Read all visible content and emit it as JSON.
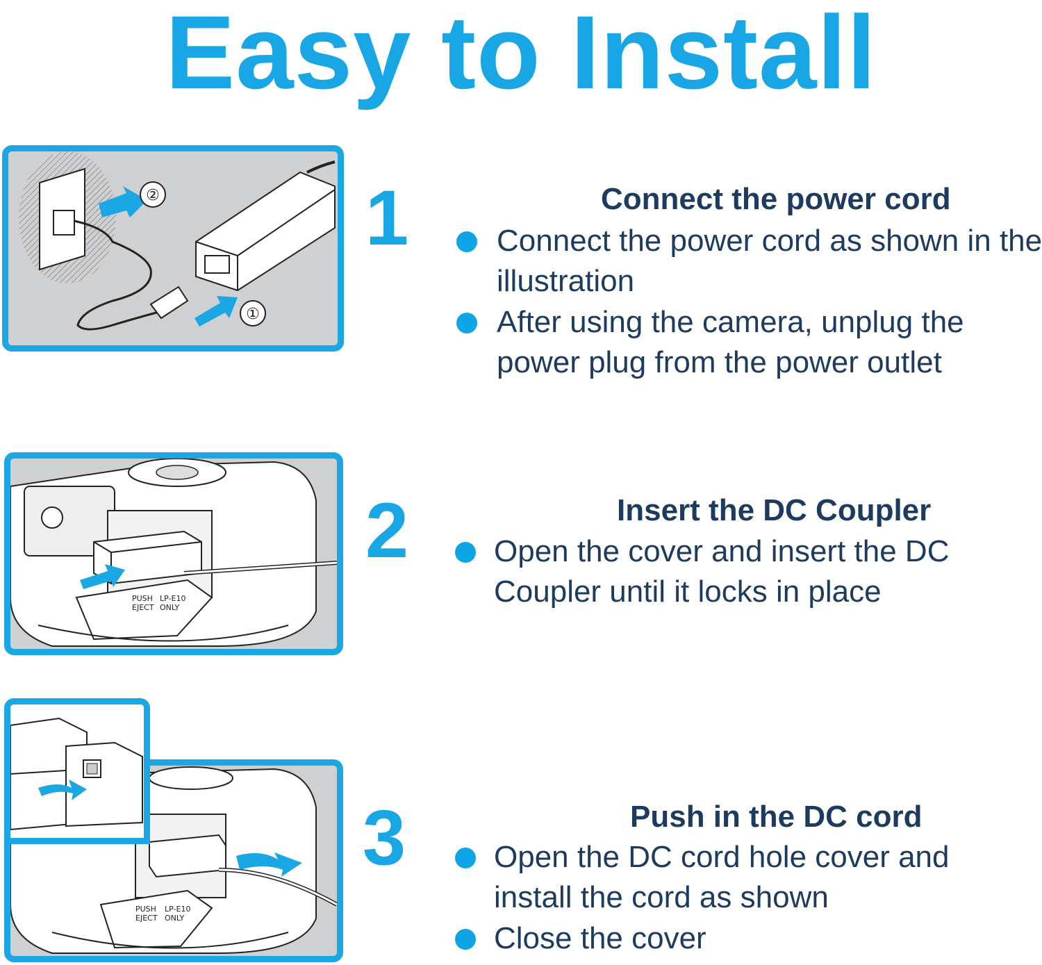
{
  "title": "Easy to Install",
  "colors": {
    "accent": "#1aa7e3",
    "text": "#1c3b5e",
    "panel_bg": "#cfd0d2",
    "bullet": "#0ea5e6"
  },
  "steps": [
    {
      "number": "1",
      "heading": "Connect the power cord",
      "bullets": [
        "Connect the power cord as shown in the illustration",
        "After using the camera, unplug the power plug from the power outlet"
      ],
      "callouts": [
        "②",
        "①"
      ]
    },
    {
      "number": "2",
      "heading": "Insert the DC Coupler",
      "bullets": [
        "Open the cover and insert the DC Coupler until it locks in place"
      ],
      "labels": [
        "PUSH",
        "EJECT",
        "LP-E10",
        "ONLY"
      ]
    },
    {
      "number": "3",
      "heading": "Push in the DC cord",
      "bullets": [
        "Open the DC cord hole cover and install the cord as shown",
        "Close the cover"
      ],
      "labels": [
        "PUSH",
        "EJECT",
        "LP-E10",
        "ONLY"
      ]
    }
  ]
}
